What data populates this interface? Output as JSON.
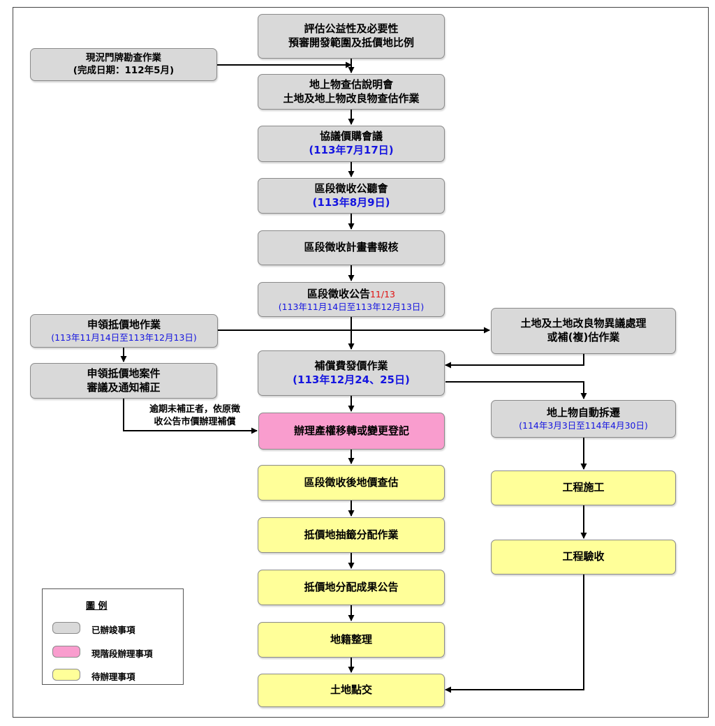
{
  "legend": {
    "title": "圖 例",
    "items": [
      {
        "label": "已辦竣事項",
        "color": "#d9d9d9"
      },
      {
        "label": "現階段辦理事項",
        "color": "#f99dce"
      },
      {
        "label": "待辦理事項",
        "color": "#ffff99"
      }
    ]
  },
  "steps": {
    "assess": {
      "line1": "評估公益性及必要性",
      "line2": "預審開發範圍及抵價地比例"
    },
    "door_survey": {
      "line1": "現況門牌勘查作業",
      "line2": "(完成日期：112年5月)"
    },
    "briefing": {
      "line1": "地上物查估說明會",
      "line2": "土地及地上物改良物查估作業"
    },
    "negotiation": {
      "title": "協議價購會議",
      "date": "(113年7月17日)"
    },
    "hearing": {
      "title": "區段徵收公聽會",
      "date": "(113年8月9日)"
    },
    "plan_review": {
      "title": "區段徵收計畫書報核"
    },
    "announcement": {
      "title": "區段徵收公告",
      "note": "11/13",
      "date": "(113年11月14日至113年12月13日)"
    },
    "apply_land": {
      "title": "申領抵價地作業",
      "date": "(113年11月14日至113年12月13日)"
    },
    "objection": {
      "line1": "土地及土地改良物異議處理",
      "line2": "或補(複)估作業"
    },
    "compensation": {
      "title": "補償費發價作業",
      "date": "(113年12月24、25日)"
    },
    "apply_review": {
      "line1": "申領抵價地案件",
      "line2": "審議及通知補正"
    },
    "demolition": {
      "title": "地上物自動拆遷",
      "date": "(114年3月3日至114年4月30日)"
    },
    "transfer": {
      "title": "辦理產權移轉或變更登記"
    },
    "valuation": {
      "title": "區段徵收後地價查估"
    },
    "lottery": {
      "title": "抵價地抽籤分配作業"
    },
    "result": {
      "title": "抵價地分配成果公告"
    },
    "cadastre": {
      "title": "地籍整理"
    },
    "handover": {
      "title": "土地點交"
    },
    "construction": {
      "title": "工程施工"
    },
    "acceptance": {
      "title": "工程驗收"
    }
  },
  "note": {
    "line1": "逾期未補正者，依原徵",
    "line2": "收公告市價辦理補償"
  }
}
